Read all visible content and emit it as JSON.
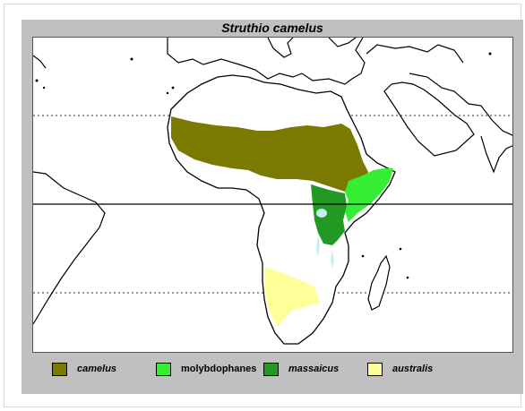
{
  "title": "Struthio camelus",
  "colors": {
    "camelus": "#7a7a00",
    "molybdophanes": "#33ee33",
    "massaicus": "#229922",
    "australis": "#ffff99",
    "water": "#c6f0f0"
  },
  "legend": [
    {
      "key": "camelus",
      "label": "camelus",
      "italic": true
    },
    {
      "key": "molybdophanes",
      "label": "molybdophanes",
      "italic": false
    },
    {
      "key": "massaicus",
      "label": "massaicus",
      "italic": true
    },
    {
      "key": "australis",
      "label": "australis",
      "italic": true
    }
  ]
}
